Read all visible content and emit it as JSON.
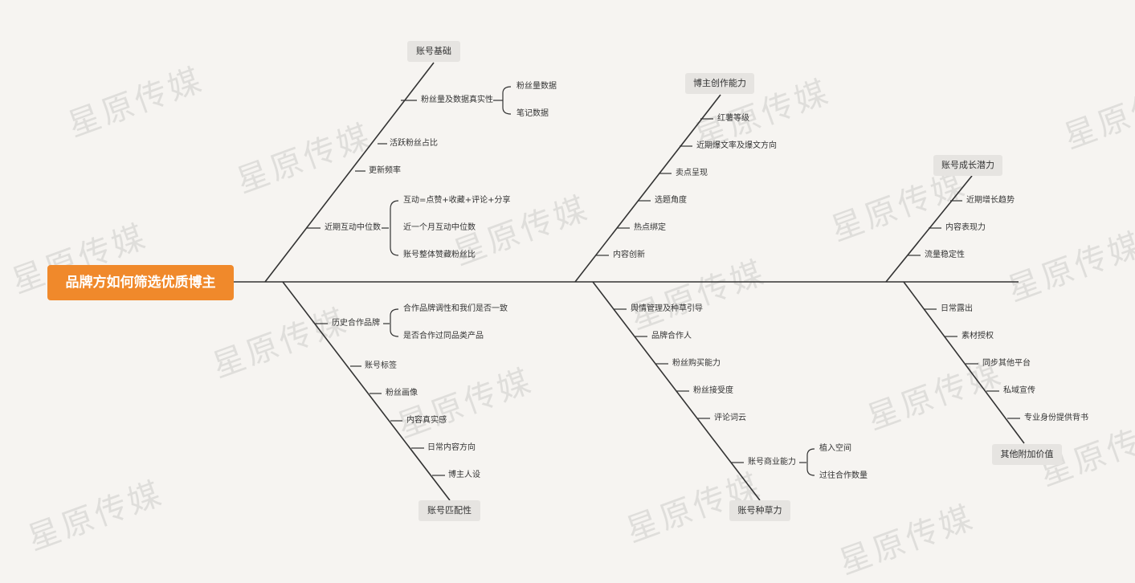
{
  "root": "品牌方如何筛选优质博主",
  "watermark": "星原传媒",
  "colors": {
    "root": "#f0892b",
    "line": "#333333",
    "category_bg": "#e6e4e1",
    "background": "#f6f4f1"
  },
  "branches": [
    {
      "category": "账号基础",
      "items": [
        {
          "label": "粉丝量及数据真实性",
          "children": [
            "粉丝量数据",
            "笔记数据"
          ]
        },
        {
          "label": "活跃粉丝占比"
        },
        {
          "label": "更新频率"
        },
        {
          "label": "近期互动中位数",
          "children": [
            "互动=点赞+收藏+评论+分享",
            "近一个月互动中位数",
            "账号整体赞藏粉丝比"
          ]
        }
      ]
    },
    {
      "category": "博主创作能力",
      "items": [
        {
          "label": "红薯等级"
        },
        {
          "label": "近期爆文率及爆文方向"
        },
        {
          "label": "卖点呈现"
        },
        {
          "label": "选题角度"
        },
        {
          "label": "热点绑定"
        },
        {
          "label": "内容创新"
        }
      ]
    },
    {
      "category": "账号成长潜力",
      "items": [
        {
          "label": "近期增长趋势"
        },
        {
          "label": "内容表现力"
        },
        {
          "label": "流量稳定性"
        }
      ]
    },
    {
      "category": "账号匹配性",
      "items": [
        {
          "label": "历史合作品牌",
          "children": [
            "合作品牌调性和我们是否一致",
            "是否合作过同品类产品"
          ]
        },
        {
          "label": "账号标签"
        },
        {
          "label": "粉丝画像"
        },
        {
          "label": "内容真实感"
        },
        {
          "label": "日常内容方向"
        },
        {
          "label": "博主人设"
        }
      ]
    },
    {
      "category": "账号种草力",
      "items": [
        {
          "label": "舆情管理及种草引导"
        },
        {
          "label": "品牌合作人"
        },
        {
          "label": "粉丝购买能力"
        },
        {
          "label": "粉丝接受度"
        },
        {
          "label": "评论词云"
        },
        {
          "label": "账号商业能力",
          "children": [
            "植入空间",
            "过往合作数量"
          ]
        }
      ]
    },
    {
      "category": "其他附加价值",
      "items": [
        {
          "label": "日常露出"
        },
        {
          "label": "素材授权"
        },
        {
          "label": "同步其他平台"
        },
        {
          "label": "私域宣传"
        },
        {
          "label": "专业身份提供背书"
        }
      ]
    }
  ]
}
